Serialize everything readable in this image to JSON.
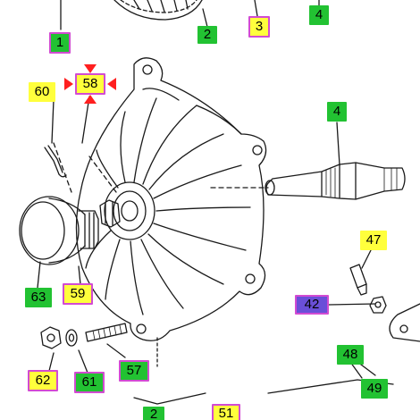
{
  "colors": {
    "green": "#22c232",
    "yellow": "#ffff3c",
    "magenta": "#d24bd2",
    "violet": "#6a4fd8",
    "marker": "#ff1f1f",
    "ink": "#1a1a1a"
  },
  "callouts": [
    {
      "id": "part-1",
      "label": "1",
      "fill": "green",
      "border": "magenta"
    },
    {
      "id": "part-2",
      "label": "2",
      "fill": "green",
      "border": "none"
    },
    {
      "id": "part-3",
      "label": "3",
      "fill": "yellow",
      "border": "magenta"
    },
    {
      "id": "part-4",
      "label": "4",
      "fill": "green",
      "border": "none"
    },
    {
      "id": "part-58",
      "label": "58",
      "fill": "yellow",
      "border": "magenta",
      "marked": true
    },
    {
      "id": "part-60",
      "label": "60",
      "fill": "yellow",
      "border": "none"
    },
    {
      "id": "part-4b",
      "label": "4",
      "fill": "green",
      "border": "none"
    },
    {
      "id": "part-47",
      "label": "47",
      "fill": "yellow",
      "border": "none"
    },
    {
      "id": "part-42",
      "label": "42",
      "fill": "violet",
      "border": "magenta"
    },
    {
      "id": "part-63",
      "label": "63",
      "fill": "green",
      "border": "none"
    },
    {
      "id": "part-59",
      "label": "59",
      "fill": "yellow",
      "border": "magenta"
    },
    {
      "id": "part-62",
      "label": "62",
      "fill": "yellow",
      "border": "magenta"
    },
    {
      "id": "part-61",
      "label": "61",
      "fill": "green",
      "border": "magenta"
    },
    {
      "id": "part-57",
      "label": "57",
      "fill": "green",
      "border": "magenta"
    },
    {
      "id": "part-48",
      "label": "48",
      "fill": "green",
      "border": "none"
    },
    {
      "id": "part-49",
      "label": "49",
      "fill": "green",
      "border": "none"
    },
    {
      "id": "part-2b",
      "label": "2",
      "fill": "green",
      "border": "none"
    },
    {
      "id": "part-51",
      "label": "51",
      "fill": "yellow",
      "border": "magenta"
    }
  ]
}
